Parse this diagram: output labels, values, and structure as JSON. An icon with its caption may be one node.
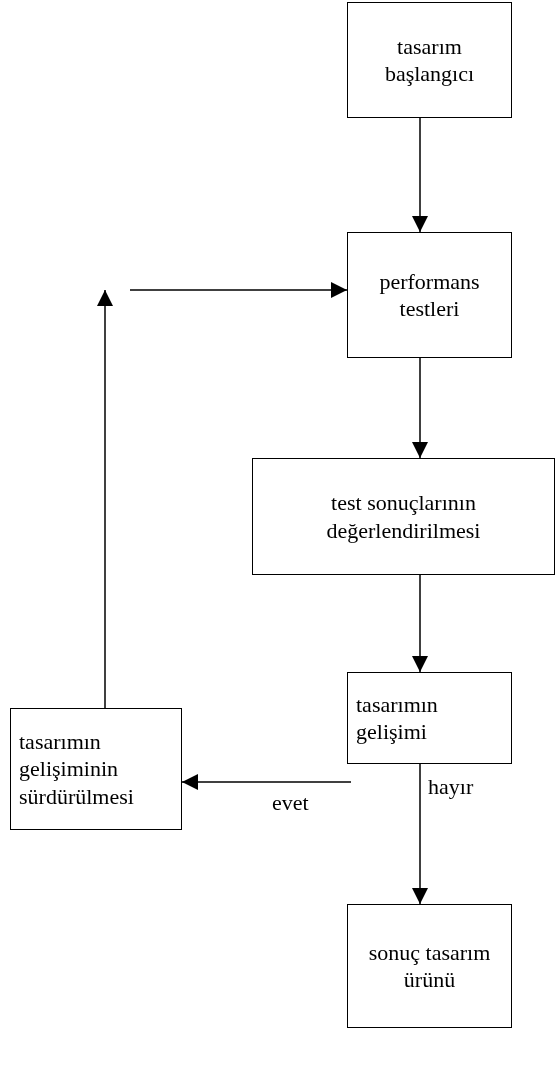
{
  "diagram": {
    "nodes": [
      {
        "text": [
          "tasarım başlangıcı"
        ]
      },
      {
        "text": [
          "performans testleri"
        ]
      },
      {
        "text": [
          "test sonuçlarının değerlendirilmesi"
        ]
      },
      {
        "text": [
          "tasarımın gelişimi"
        ]
      },
      {
        "text": [
          "sonuç tasarım ürünü"
        ]
      },
      {
        "text": [
          "tasarımın gelişiminin sürdürülmesi"
        ]
      }
    ],
    "edges": [
      {
        "from": 0,
        "to": 1,
        "arrow": "to"
      },
      {
        "from": 1,
        "to": 2,
        "arrow": "to"
      },
      {
        "from": 2,
        "to": 3,
        "arrow": "to"
      },
      {
        "from": 3,
        "to": 4,
        "arrow": "to",
        "label": "hayır"
      },
      {
        "from": 3,
        "to": 5,
        "arrow": "to",
        "label": "evet"
      },
      {
        "from": 5,
        "to": null,
        "arrow": "to"
      },
      {
        "from": null,
        "to": 1,
        "arrow": "to"
      }
    ]
  }
}
